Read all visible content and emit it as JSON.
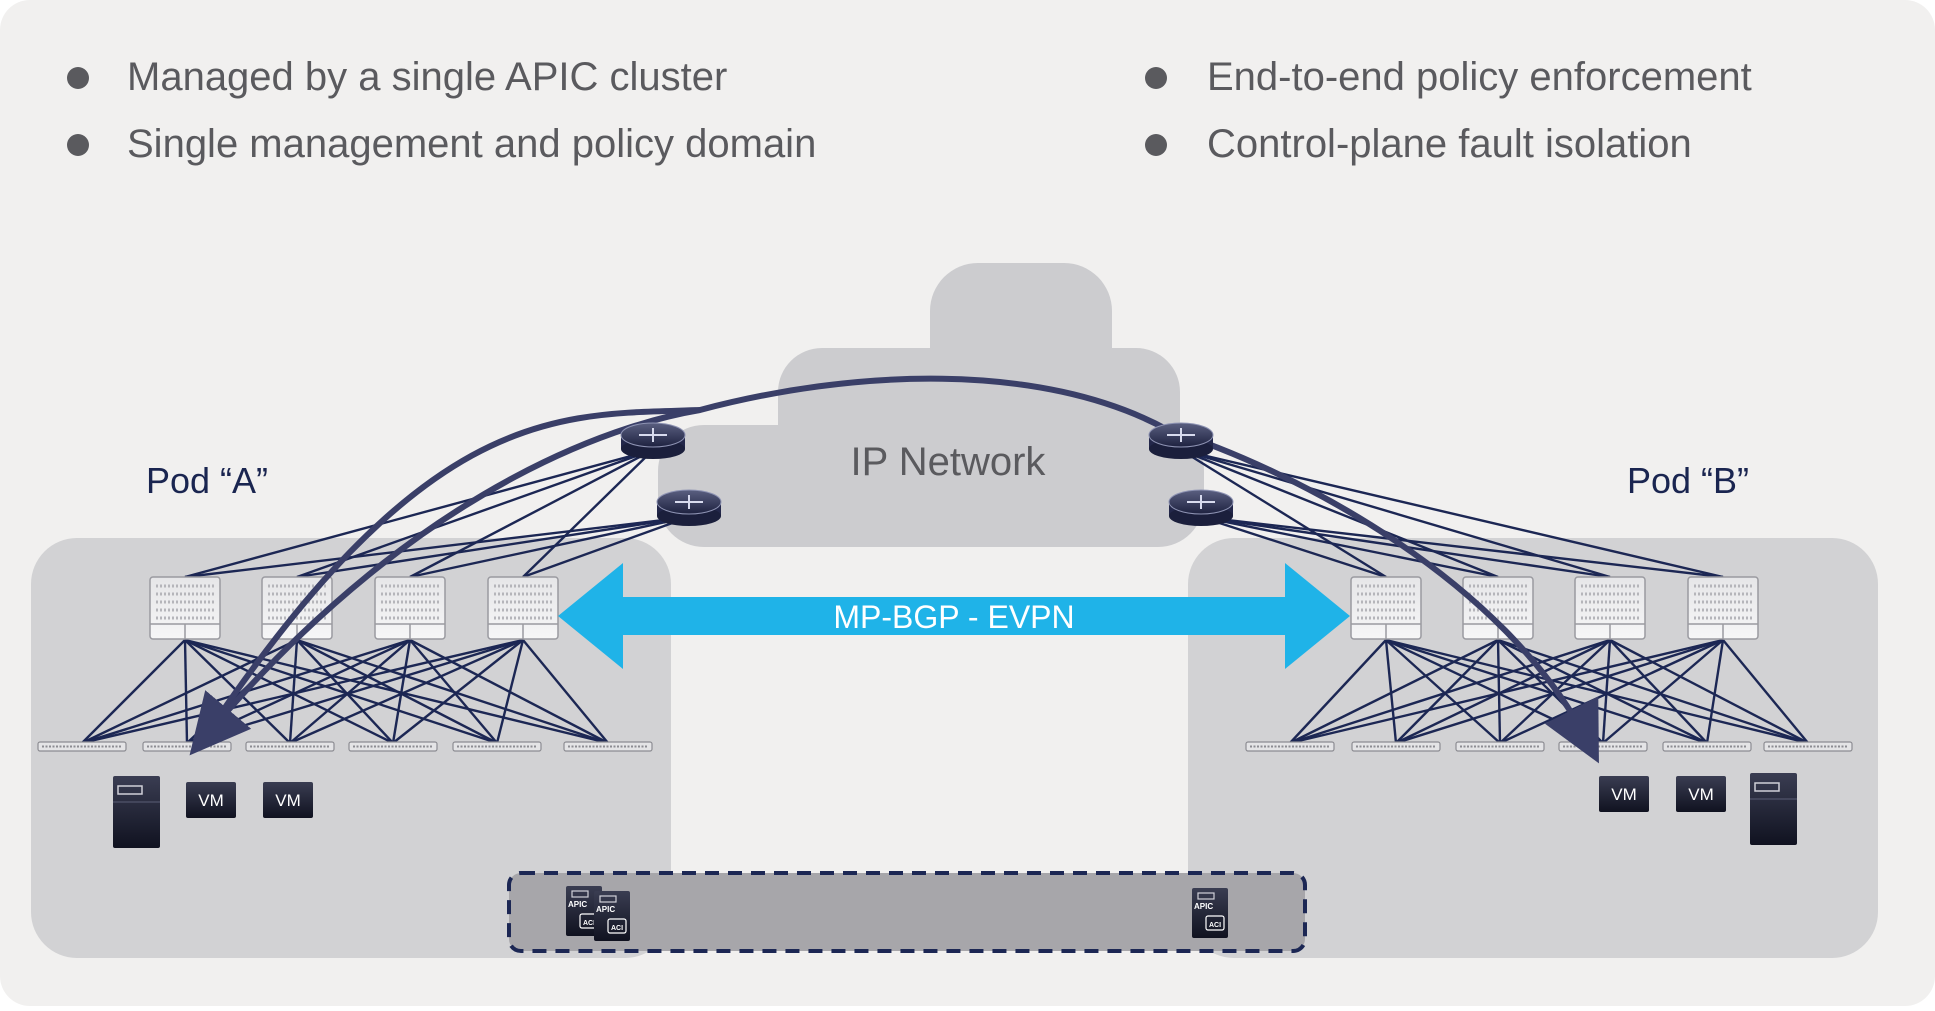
{
  "bullets": {
    "left": [
      "Managed by a single APIC cluster",
      "Single management and policy domain"
    ],
    "right": [
      "End-to-end policy enforcement",
      "Control-plane fault isolation"
    ]
  },
  "cloud_label": "IP Network",
  "pod_a_label": "Pod “A”",
  "pod_b_label": "Pod “B”",
  "evpn_label": "MP-BGP - EVPN",
  "vm_label": "VM",
  "apic": {
    "label": "APIC",
    "badge": "ACI"
  },
  "colors": {
    "background": "#f1f0ef",
    "pod": "#d2d2d4",
    "cloud": "#cccccf",
    "apic_band": "#a7a6aa",
    "wire": "#1c2754",
    "arc": "#3a3f68",
    "evpn": "#1fb3e8",
    "bullet_text": "#5a5a5e",
    "label_text": "#1a2550"
  }
}
